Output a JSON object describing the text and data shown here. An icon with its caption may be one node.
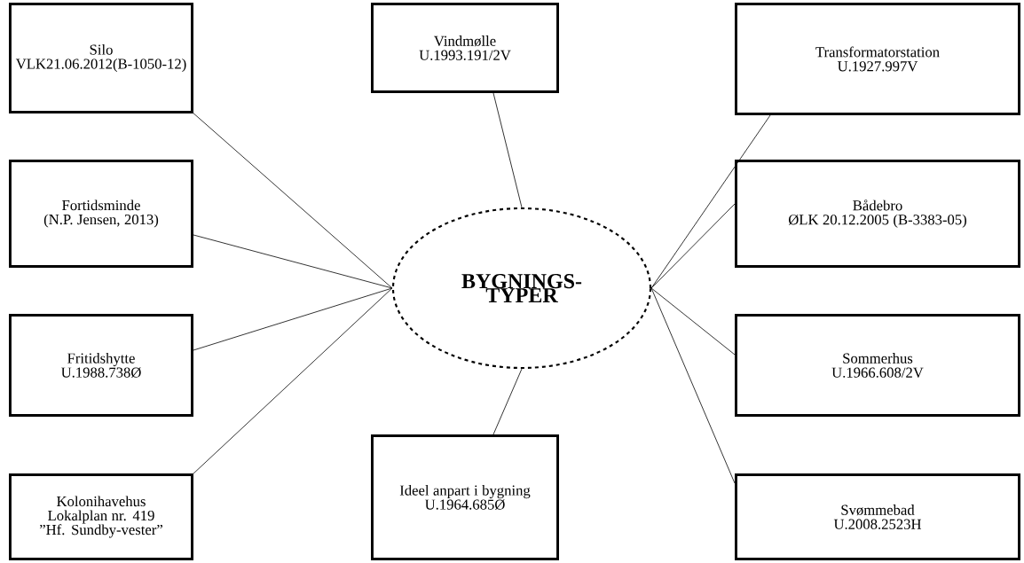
{
  "diagram": {
    "nodes": [
      {
        "text": [
          "Silo",
          "VLK21.06.2012(B-1050-12)"
        ]
      },
      {
        "text": [
          "Vindmølle",
          "U.1993.191/2V"
        ]
      },
      {
        "text": [
          "Transformatorstation",
          "U.1927.997V"
        ]
      },
      {
        "text": [
          "Fortidsminde",
          "(N.P. Jensen, 2013)"
        ]
      },
      {
        "text": [
          "BYGNINGS-TYPER"
        ]
      },
      {
        "text": [
          "Bådebro",
          "ØLK 20.12.2005 (B-3383-05)"
        ]
      },
      {
        "text": [
          "Fritidshytte",
          "U.1988.738Ø"
        ]
      },
      {
        "text": [
          "Sommerhus",
          "U.1966.608/2V"
        ]
      },
      {
        "text": [
          "Kolonihavehus",
          "Lokalplan nr. 419 ”Hf. Sundby-vester”"
        ]
      },
      {
        "text": [
          "Ideel anpart i bygning",
          "U.1964.685Ø"
        ]
      },
      {
        "text": [
          "Svømmebad",
          "U.2008.2523H"
        ]
      }
    ],
    "edges": [
      {
        "from": 4,
        "to": 0,
        "arrow": "none"
      },
      {
        "from": 4,
        "to": 1,
        "arrow": "none"
      },
      {
        "from": 4,
        "to": 2,
        "arrow": "none"
      },
      {
        "from": 4,
        "to": 3,
        "arrow": "none"
      },
      {
        "from": 4,
        "to": 5,
        "arrow": "none"
      },
      {
        "from": 4,
        "to": 6,
        "arrow": "none"
      },
      {
        "from": 4,
        "to": 7,
        "arrow": "none"
      },
      {
        "from": 4,
        "to": 8,
        "arrow": "none"
      },
      {
        "from": 4,
        "to": 9,
        "arrow": "none"
      },
      {
        "from": 4,
        "to": 10,
        "arrow": "none"
      }
    ]
  }
}
